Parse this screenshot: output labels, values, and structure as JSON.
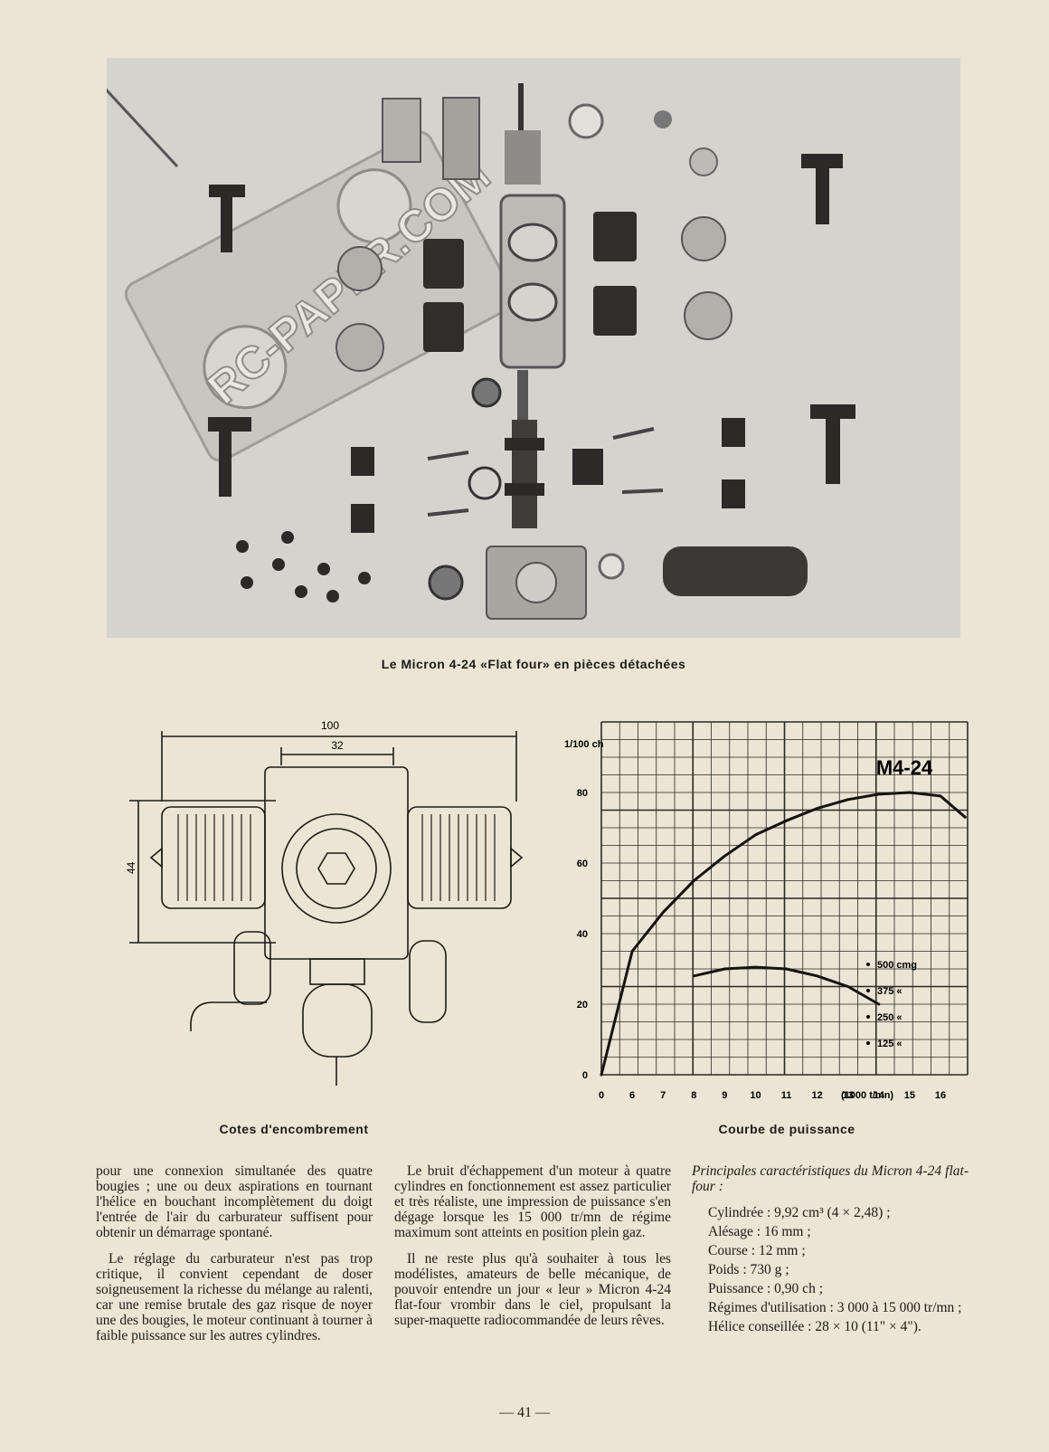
{
  "photo": {
    "watermark": "RC-PAPER.COM",
    "caption": "Le Micron 4-24 «Flat four» en pièces détachées"
  },
  "drawing": {
    "caption": "Cotes d'encombrement",
    "dim_overall": "100",
    "dim_inner": "32",
    "dim_height": "44"
  },
  "chart": {
    "caption": "Courbe de puissance"
  },
  "chart_data": {
    "type": "line",
    "title": "M4-24",
    "ylabel": "1/100 ch",
    "xlabel": "(1000 t/mn)",
    "x_ticks": [
      "0",
      "6",
      "7",
      "8",
      "9",
      "10",
      "11",
      "12",
      "13",
      "14",
      "15",
      "16"
    ],
    "y_ticks": [
      "0",
      "20",
      "40",
      "60",
      "80"
    ],
    "ylim": [
      0,
      100
    ],
    "grid": true,
    "legend_items": [
      "500 cmg",
      "375 «",
      "250 «",
      "125 «"
    ],
    "series": [
      {
        "x": [
          0,
          6,
          7,
          8,
          9,
          10,
          11,
          12,
          13,
          14,
          15,
          16,
          16.8
        ],
        "y": [
          0,
          35,
          46,
          55,
          62,
          68,
          72,
          75.5,
          78,
          79.5,
          80,
          79,
          73
        ]
      },
      {
        "x": [
          8,
          9,
          10,
          11,
          12,
          13,
          14
        ],
        "y": [
          28,
          30,
          30.5,
          30,
          28,
          25,
          20
        ]
      }
    ]
  },
  "text": {
    "col1": [
      "pour une connexion simultanée des quatre bougies ; une ou deux aspirations en tournant l'hélice en bouchant incomplètement du doigt l'entrée de l'air du carburateur suffisent pour obtenir un démarrage spontané.",
      "Le réglage du carburateur n'est pas trop critique, il convient cependant de doser soigneusement la richesse du mélange au ralenti, car une remise brutale des gaz risque de noyer une des bougies, le moteur continuant à tourner à faible puissance sur les autres cylindres."
    ],
    "col2": [
      "Le bruit d'échappement d'un moteur à quatre cylindres en fonctionnement est assez particulier et très réaliste, une impression de puissance s'en dégage lorsque les 15 000 tr/mn de régime maximum sont atteints en position plein gaz.",
      "Il ne reste plus qu'à souhaiter à tous les modélistes, amateurs de belle mécanique, de pouvoir entendre un jour « leur » Micron 4-24 flat-four vrombir dans le ciel, propulsant la super-maquette radiocommandée de leurs rêves."
    ],
    "col3_heading": "Principales caractéristiques du Micron 4-24 flat-four :",
    "specs": [
      "Cylindrée : 9,92 cm³ (4 × 2,48) ;",
      "Alésage : 16 mm ;",
      "Course : 12 mm ;",
      "Poids : 730 g ;",
      "Puissance : 0,90 ch ;",
      "Régimes d'utilisation : 3 000 à 15 000 tr/mn ;",
      "Hélice conseillée : 28 × 10 (11\" × 4\")."
    ]
  },
  "page_number": "— 41 —"
}
